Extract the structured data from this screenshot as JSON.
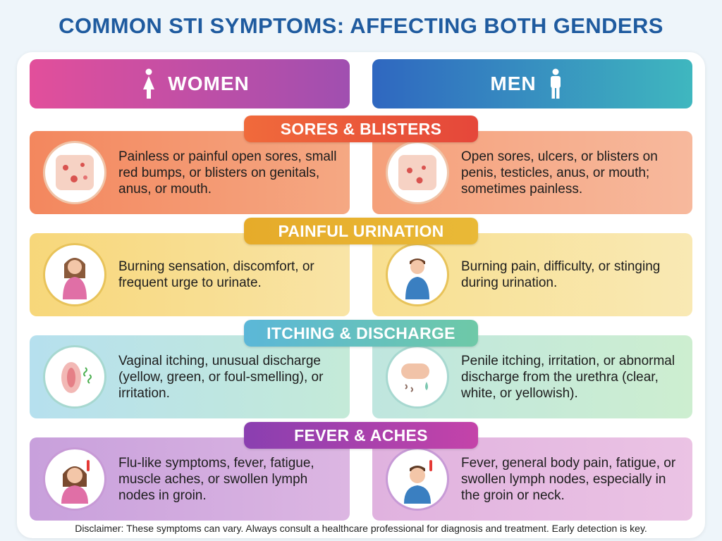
{
  "title": "COMMON STI SYMPTOMS: AFFECTING BOTH GENDERS",
  "headers": {
    "women": "WOMEN",
    "men": "MEN"
  },
  "rows": [
    {
      "category": "SORES & BLISTERS",
      "women": "Painless or painful open sores, small red bumps, or blisters on genitals, anus, or mouth.",
      "men": "Open sores, ulcers, or blisters on penis, testicles, anus, or mouth; sometimes painless."
    },
    {
      "category": "PAINFUL URINATION",
      "women": "Burning sensation, discomfort, or frequent urge to urinate.",
      "men": "Burning pain, difficulty, or stinging during urination."
    },
    {
      "category": "ITCHING & DISCHARGE",
      "women": "Vaginal itching, unusual discharge (yellow, green, or foul-smelling), or irritation.",
      "men": "Penile itching, irritation, or abnormal discharge from the urethra (clear, white, or yellowish)."
    },
    {
      "category": "FEVER & ACHES",
      "women": "Flu-like symptoms, fever, fatigue, muscle aches, or swollen lymph nodes in groin.",
      "men": "Fever, general body pain, fatigue, or swollen lymph nodes, especially in the groin or neck."
    }
  ],
  "disclaimer": "Disclaimer: These symptoms can vary. Always consult a healthcare professional for diagnosis and treatment. Early detection is key.",
  "icons": {
    "women_header": "female-figure-icon",
    "men_header": "male-figure-icon",
    "row_illustrations": [
      "skin-sores-icon",
      "person-discomfort-icon",
      "itching-icon",
      "fever-thermometer-icon"
    ]
  },
  "colors": {
    "title": "#1f5b9f",
    "women_header": "#e24f9b",
    "men_header": "#2f67c0",
    "sores": "#e5473a",
    "urination": "#e6ab2a",
    "itching": "#5bb7d8",
    "fever": "#8a3fb0"
  }
}
